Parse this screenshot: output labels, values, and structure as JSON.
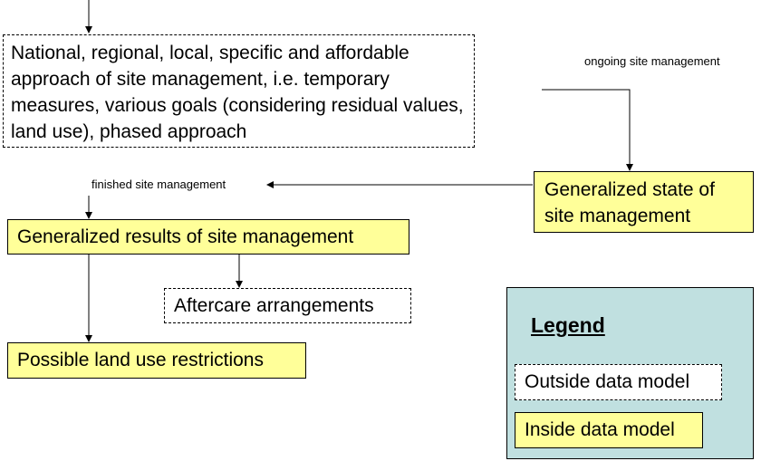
{
  "nodes": {
    "approach": "National, regional, local, specific and affordable approach of site management, i.e. temporary measures, various goals (considering residual values, land use), phased approach",
    "state": "Generalized state of site management",
    "results": "Generalized results of site management",
    "aftercare": "Aftercare arrangements",
    "restrictions": "Possible land use restrictions"
  },
  "labels": {
    "ongoing": "ongoing site management",
    "finished": "finished site management"
  },
  "legend": {
    "title": "Legend",
    "outside": "Outside data model",
    "inside": "Inside data model"
  },
  "colors": {
    "inside_fill": "#ffff99",
    "outside_fill": "#ffffff",
    "legend_fill": "#c0e0e0",
    "stroke": "#000000"
  }
}
